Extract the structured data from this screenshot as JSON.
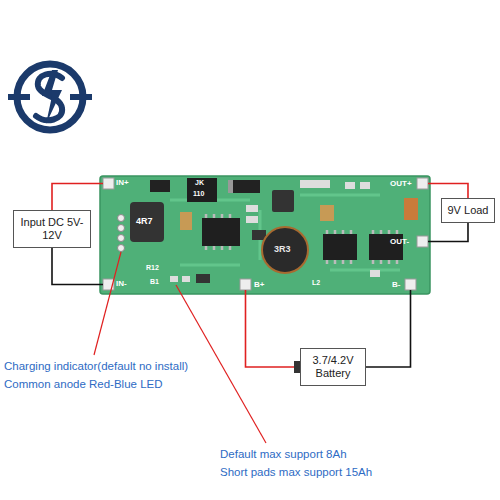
{
  "diagram": {
    "nodes": [
      {
        "text": [
          "Input DC 5V-12V"
        ]
      },
      {
        "text": [
          "9V Load"
        ]
      },
      {
        "text": [
          "3.7/4.2V Battery"
        ]
      }
    ],
    "labels": [
      "IN+",
      "IN-",
      "4R7",
      "JK",
      "110",
      "3R3",
      "OUT+",
      "OUT-",
      "B+",
      "B-",
      "L2",
      "R12",
      "B1",
      "Charging indicator(default no install)",
      "Common anode Red-Blue LED",
      "Default max support 8Ah",
      "Short pads max support 15Ah"
    ]
  }
}
